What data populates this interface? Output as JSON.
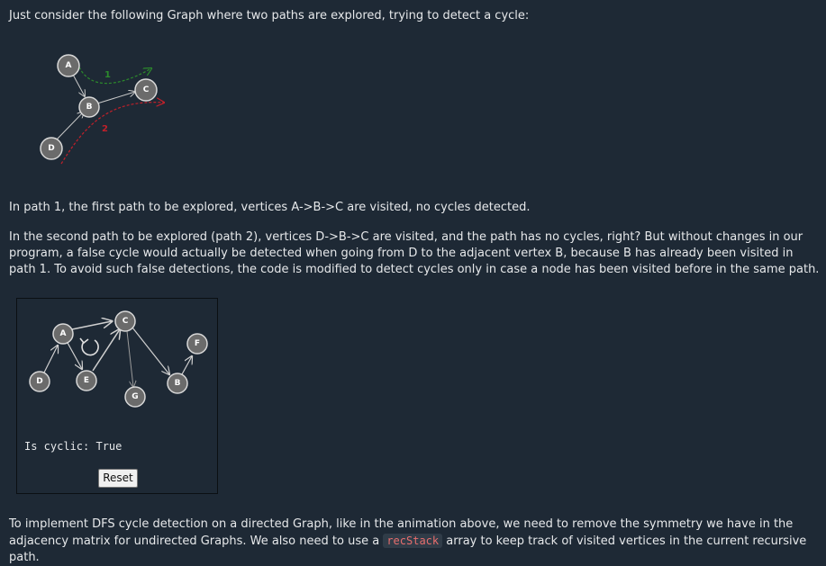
{
  "intro": {
    "text": "Just consider the following Graph where two paths are explored, trying to detect a cycle:"
  },
  "graph1": {
    "nodes": {
      "A": "A",
      "B": "B",
      "C": "C",
      "D": "D"
    },
    "path1_label": "1",
    "path2_label": "2",
    "colors": {
      "node_fill": "#6b6b6b",
      "node_stroke": "#d8d8d8",
      "edge": "#c9c9c9",
      "path1": "#2c8a2c",
      "path2": "#c0202a"
    }
  },
  "path1_para": {
    "text": "In path 1, the first path to be explored, vertices A->B->C are visited, no cycles detected."
  },
  "path2_para": {
    "text": "In the second path to be explored (path 2), vertices D->B->C are visited, and the path has no cycles, right? But without changes in our program, a false cycle would actually be detected when going from D to the adjacent vertex B, because B has already been visited in path 1. To avoid such false detections, the code is modified to detect cycles only in case a node has been visited before in the same path."
  },
  "simulation": {
    "nodes": {
      "A": "A",
      "C": "C",
      "D": "D",
      "E": "E",
      "F": "F",
      "G": "G",
      "B": "B"
    },
    "status_label": "Is cyclic: True",
    "reset_label": "Reset"
  },
  "impl_para": {
    "text_before": "To implement DFS cycle detection on a directed Graph, like in the animation above, we need to remove the symmetry we have in the adjacency matrix for undirected Graphs. We also need to use a",
    "code": "recStack",
    "text_after": "array to keep track of visited vertices in the current recursive path."
  }
}
